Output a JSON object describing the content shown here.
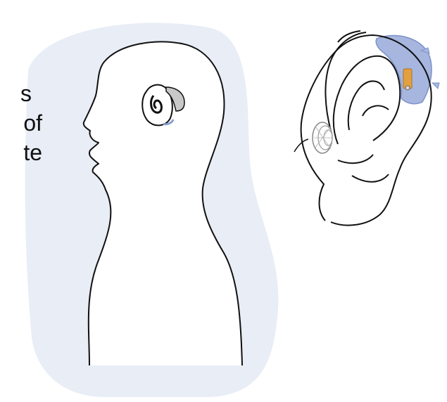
{
  "colors": {
    "background_blob": "#e8edf6",
    "hearing_aid_body": "#a6b6df",
    "hearing_aid_grey": "#c8c8c8",
    "battery": "#e3a040",
    "outline": "#111111"
  },
  "text_fragments": [
    "s",
    "of",
    "te"
  ],
  "icons": {
    "head_silhouette": "person-profile-icon",
    "ear_closeup": "ear-with-hearing-aid-icon"
  }
}
